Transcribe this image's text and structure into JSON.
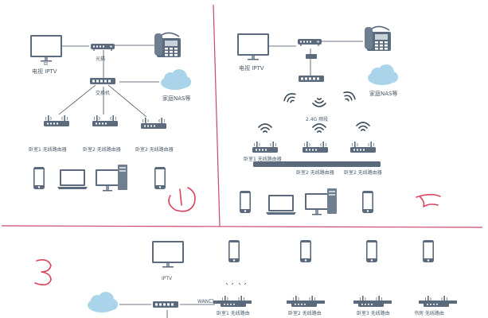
{
  "colors": {
    "divider": "#c9476a",
    "annotation": "#d9455f",
    "device": "#5b6b7d",
    "cloud": "#a9d4ea",
    "wire": "#3e4d5c"
  },
  "icons": [
    "tv-icon",
    "phone-icon",
    "modem-icon",
    "switch-icon",
    "cloud-icon",
    "router-icon",
    "wifi-icon",
    "mobile-icon",
    "laptop-icon",
    "desktop-icon"
  ],
  "panel1": {
    "tv_caption": "电视 IPTV",
    "tv_tag": "⊟",
    "modem_label": "光猫",
    "switch_label": "交换机",
    "nas_label": "家庭NAS等",
    "routers": [
      "卧室1 无线路由器",
      "卧室2 无线路由器",
      "卧室2 无线路由器"
    ],
    "mark": "1"
  },
  "panel2": {
    "tv_caption": "电视 IPTV",
    "nas_label": "家庭NAS等",
    "band_label": "2.4G 频段",
    "routers": [
      "卧室1 无线路由器",
      "卧室2 无线路由器",
      "卧室2 无线路由器"
    ],
    "mark": "2"
  },
  "panel3": {
    "tv_caption": "IPTV",
    "wan_label": "WAN口",
    "routers": [
      "卧室1 无线路由",
      "卧室2 无线路由",
      "卧室3 无线路由",
      "书房 无线路由"
    ],
    "mark": "3"
  }
}
